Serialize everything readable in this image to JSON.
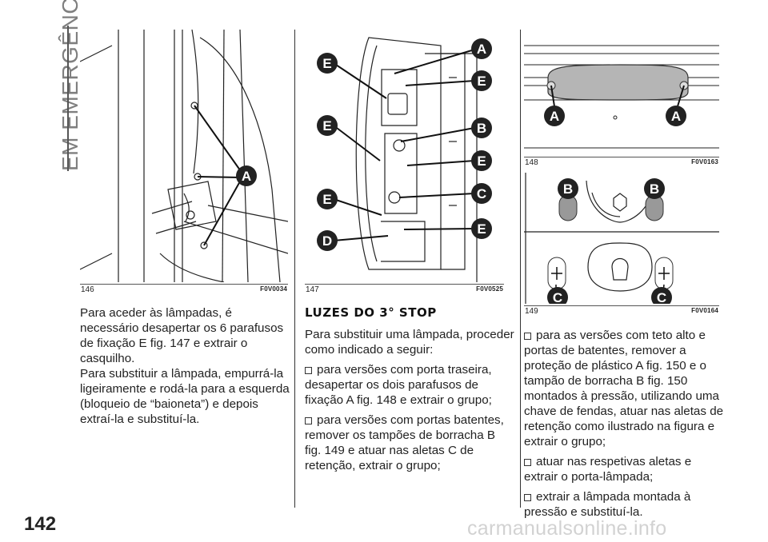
{
  "section_header": "EM EMERGÊNCIA",
  "page_number": "142",
  "watermark": "carmanualsonline.info",
  "figures": {
    "f146": {
      "number": "146",
      "code": "F0V0034",
      "labels": [
        "A"
      ]
    },
    "f147": {
      "number": "147",
      "code": "F0V0525",
      "labels": [
        "A",
        "E",
        "E",
        "E",
        "B",
        "E",
        "E",
        "C",
        "E",
        "D"
      ]
    },
    "f148": {
      "number": "148",
      "code": "F0V0163",
      "labels": [
        "A",
        "A"
      ]
    },
    "f149": {
      "number": "149",
      "code": "F0V0164",
      "labels": [
        "B",
        "B",
        "C",
        "C"
      ]
    }
  },
  "col1": {
    "paragraphs": [
      "Para aceder às lâmpadas, é necessário desapertar os 6 parafusos de fixação E fig. 147 e extrair o casquilho.",
      "Para substituir a lâmpada, empurrá-la ligeiramente e rodá-la para a esquerda (bloqueio de “baioneta”) e depois extraí-la e substituí-la."
    ]
  },
  "col2": {
    "heading": "LUZES DO 3° STOP",
    "intro": "Para substituir uma lâmpada, proceder como indicado a seguir:",
    "bullets": [
      "para versões com porta traseira, desapertar os dois parafusos de fixação A fig. 148 e extrair o grupo;",
      "para versões com portas batentes, remover os tampões de borracha B fig. 149 e atuar nas aletas C de retenção, extrair o grupo;"
    ]
  },
  "col3": {
    "bullets": [
      "para as versões com teto alto e portas de batentes, remover a proteção de plástico A fig. 150 e o tampão de borracha B fig. 150 montados à pressão, utilizando uma chave de fendas, atuar nas aletas de retenção como ilustrado na figura e extrair o grupo;",
      "atuar nas respetivas aletas e extrair o porta-lâmpada;",
      "extrair a lâmpada montada à pressão e substituí-la."
    ]
  }
}
